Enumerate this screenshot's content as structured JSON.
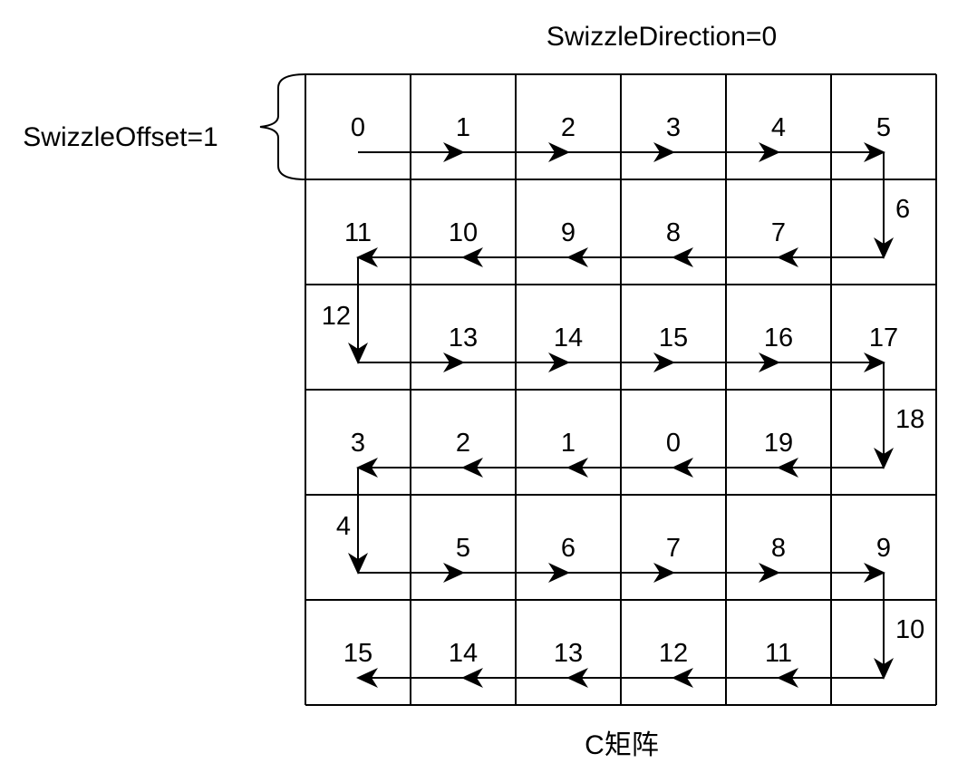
{
  "title": "SwizzleDirection=0",
  "offset_label": "SwizzleOffset=1",
  "caption": "C矩阵",
  "grid": {
    "rows": 6,
    "cols": 6
  },
  "traversal": [
    "0",
    "1",
    "2",
    "3",
    "4",
    "5",
    "6",
    "7",
    "8",
    "9",
    "10",
    "11",
    "12",
    "13",
    "14",
    "15",
    "16",
    "17",
    "18",
    "19",
    "0",
    "1",
    "2",
    "3",
    "4",
    "5",
    "6",
    "7",
    "8",
    "9",
    "10",
    "11",
    "12",
    "13",
    "14",
    "15"
  ],
  "colors": {
    "line": "#000000",
    "background": "#ffffff"
  }
}
